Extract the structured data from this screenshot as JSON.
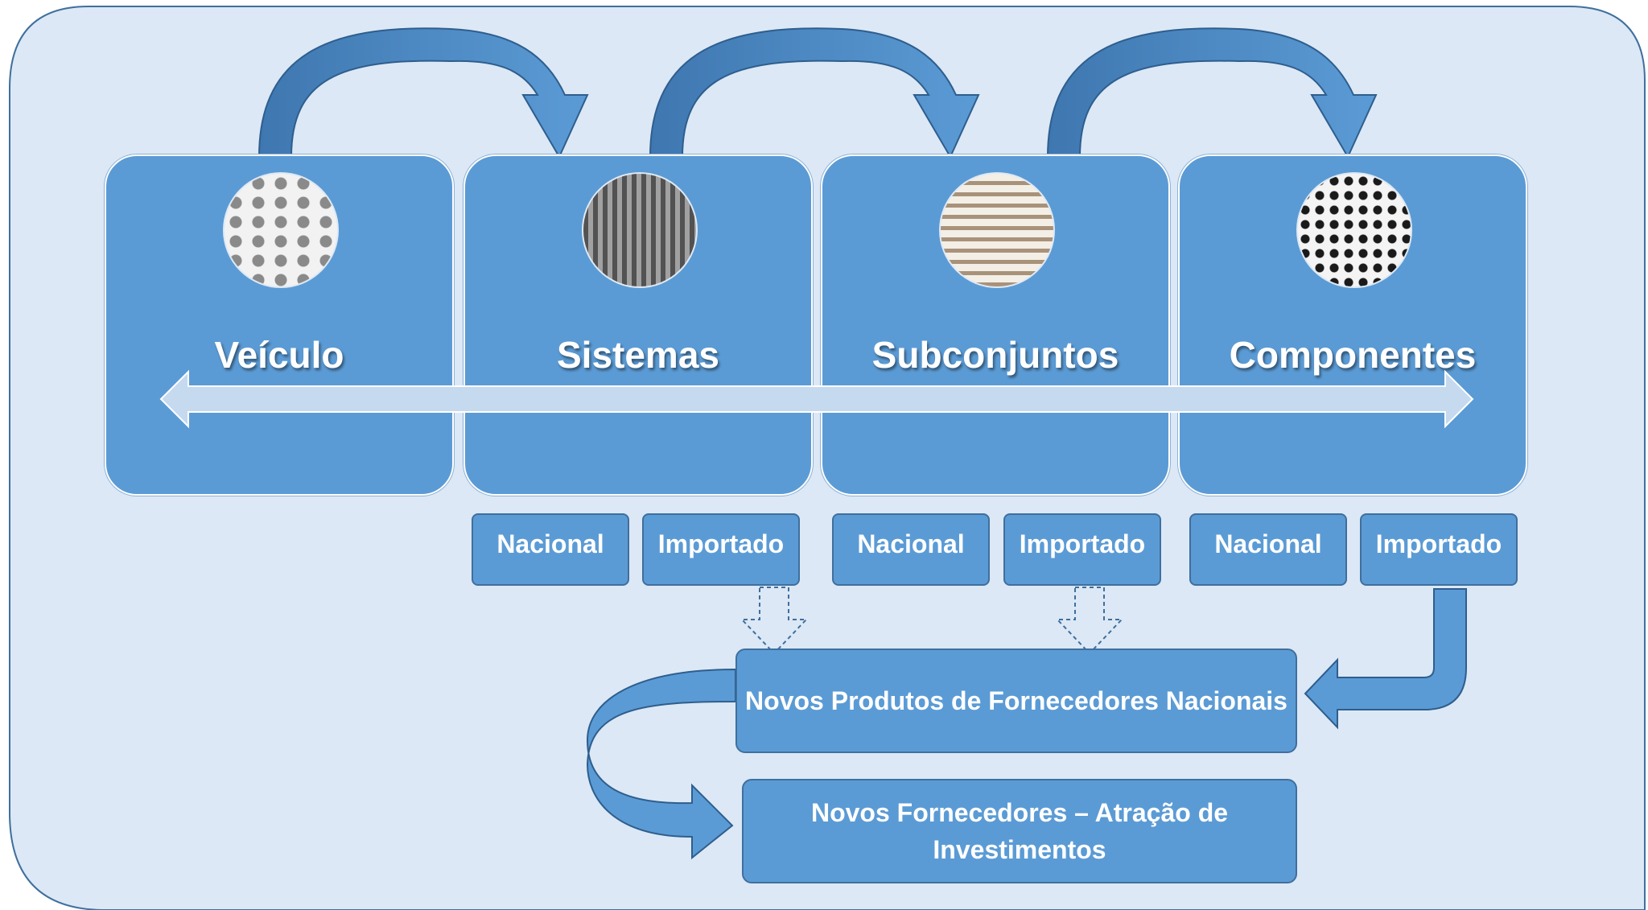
{
  "stages": [
    {
      "title": "Veículo"
    },
    {
      "title": "Sistemas"
    },
    {
      "title": "Subconjuntos"
    },
    {
      "title": "Componentes"
    }
  ],
  "origin_boxes": [
    {
      "label": "Nacional"
    },
    {
      "label": "Importado"
    },
    {
      "label": "Nacional"
    },
    {
      "label": "Importado"
    },
    {
      "label": "Nacional"
    },
    {
      "label": "Importado"
    }
  ],
  "results": {
    "new_products": "Novos Produtos de Fornecedores Nacionais",
    "new_suppliers": "Novos Fornecedores – Atração de Investimentos"
  },
  "colors": {
    "panel": "#dce8f5",
    "box": "#5b9bd5",
    "arrow": "#4a86c5",
    "double_arrow": "#c5d9ef"
  }
}
